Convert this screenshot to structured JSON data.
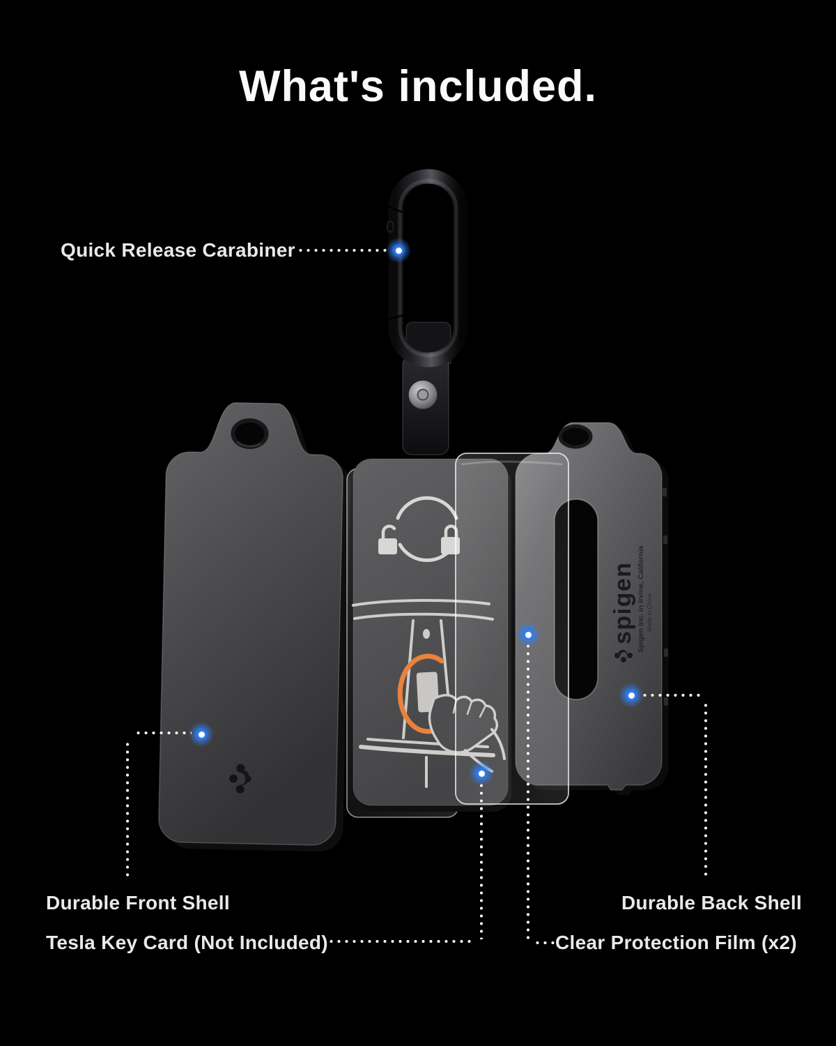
{
  "page": {
    "title": "What's included."
  },
  "colors": {
    "background": "#000000",
    "accent_blue": "#2e7df2",
    "accent_orange": "#e8823c",
    "label_text": "#e9e9e9"
  },
  "callouts": {
    "carabiner": {
      "label": "Quick Release Carabiner"
    },
    "front_shell": {
      "label": "Durable Front Shell"
    },
    "key_card": {
      "label": "Tesla Key Card (Not Included)"
    },
    "back_shell": {
      "label": "Durable Back Shell"
    },
    "film": {
      "label": "Clear Protection Film (x2)"
    }
  },
  "back_shell_print": {
    "brand": "spigen",
    "company_line": "Spigen Inc. in Irvine, California",
    "origin_line": "Made in China"
  },
  "icons": {
    "carabiner": "quick-release-carabiner",
    "lock": "closed-padlock-icon",
    "unlock": "open-padlock-icon",
    "rotate": "rotate-arrows-icon",
    "tap_ring": "nfc-tap-zone-ring"
  }
}
